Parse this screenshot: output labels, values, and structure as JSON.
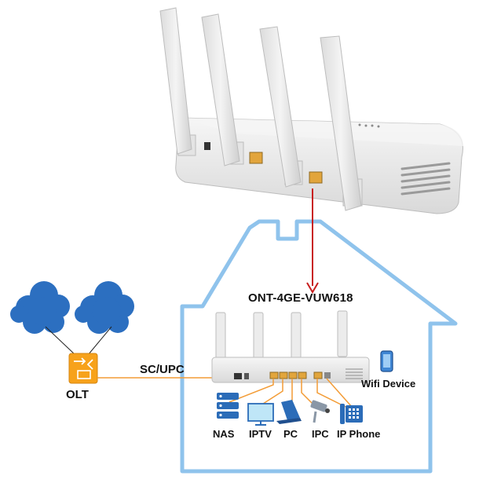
{
  "diagram": {
    "model_label": "ONT-4GE-VUW618",
    "connection_label": "SC/UPC",
    "olt_label": "OLT",
    "wifi_label": "Wifi Device",
    "devices": [
      {
        "id": "nas",
        "label": "NAS"
      },
      {
        "id": "iptv",
        "label": "IPTV"
      },
      {
        "id": "pc",
        "label": "PC"
      },
      {
        "id": "ipc",
        "label": "IPC"
      },
      {
        "id": "phone",
        "label": "IP Phone"
      }
    ],
    "colors": {
      "house_outline": "#8fc3ec",
      "fiber_line": "#f39c36",
      "olt_fill": "#f7a21b",
      "cloud_fill": "#2c6fc0",
      "arrow_line": "#c81e1e",
      "device_blue": "#2b6cb8",
      "router_body": "#ededed"
    }
  }
}
